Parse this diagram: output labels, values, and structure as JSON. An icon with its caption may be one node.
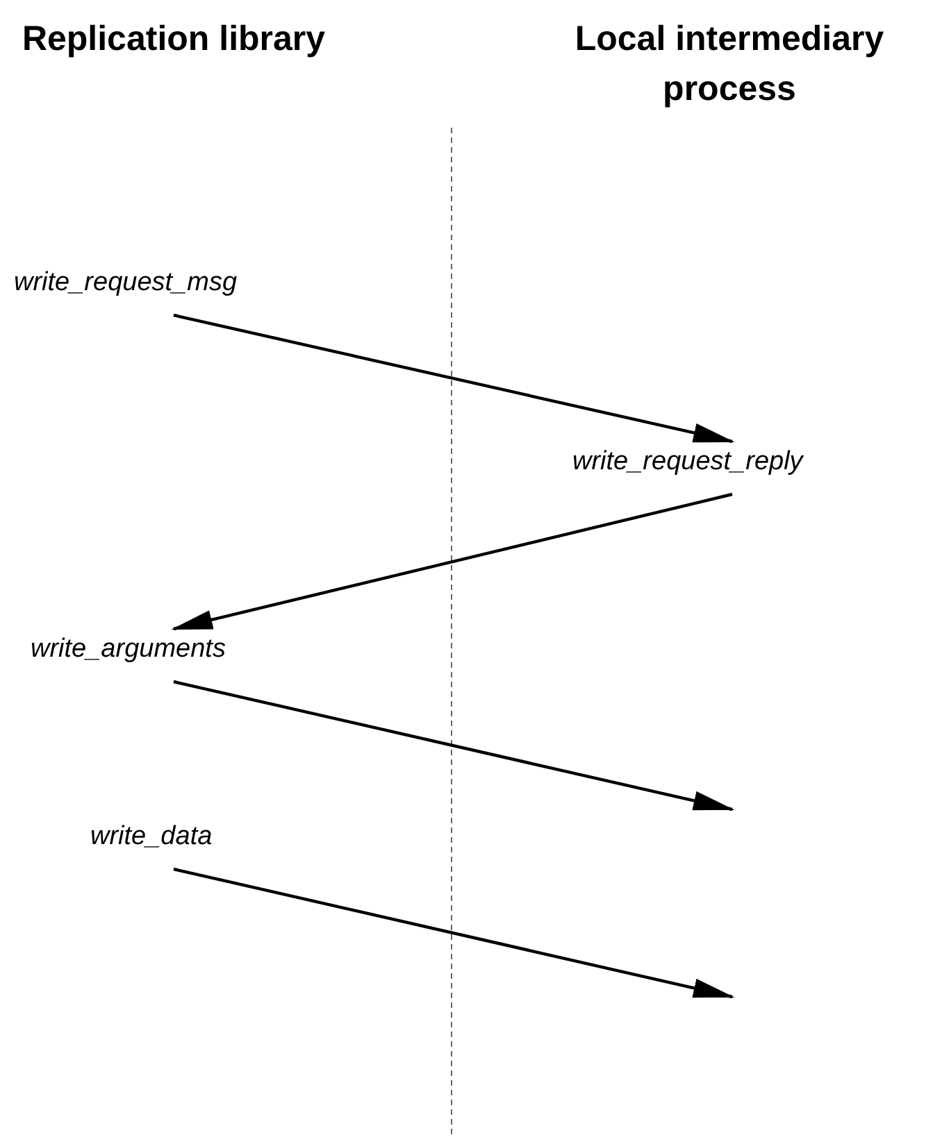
{
  "diagram": {
    "nodes": [
      {
        "text": [
          "write_request_msg"
        ]
      },
      {
        "text": [
          "write_request_reply"
        ]
      },
      {
        "text": [
          "write_arguments"
        ]
      },
      {
        "text": [
          "write_data"
        ]
      }
    ],
    "edges": [
      {
        "from": 0,
        "to": 1,
        "arrow": "to"
      },
      {
        "from": 1,
        "to": 2,
        "arrow": "to"
      },
      {
        "from": 2,
        "to": null,
        "arrow": "to"
      },
      {
        "from": 3,
        "to": null,
        "arrow": "to"
      }
    ],
    "labels": [
      "Replication library",
      "Local intermediary process"
    ]
  }
}
